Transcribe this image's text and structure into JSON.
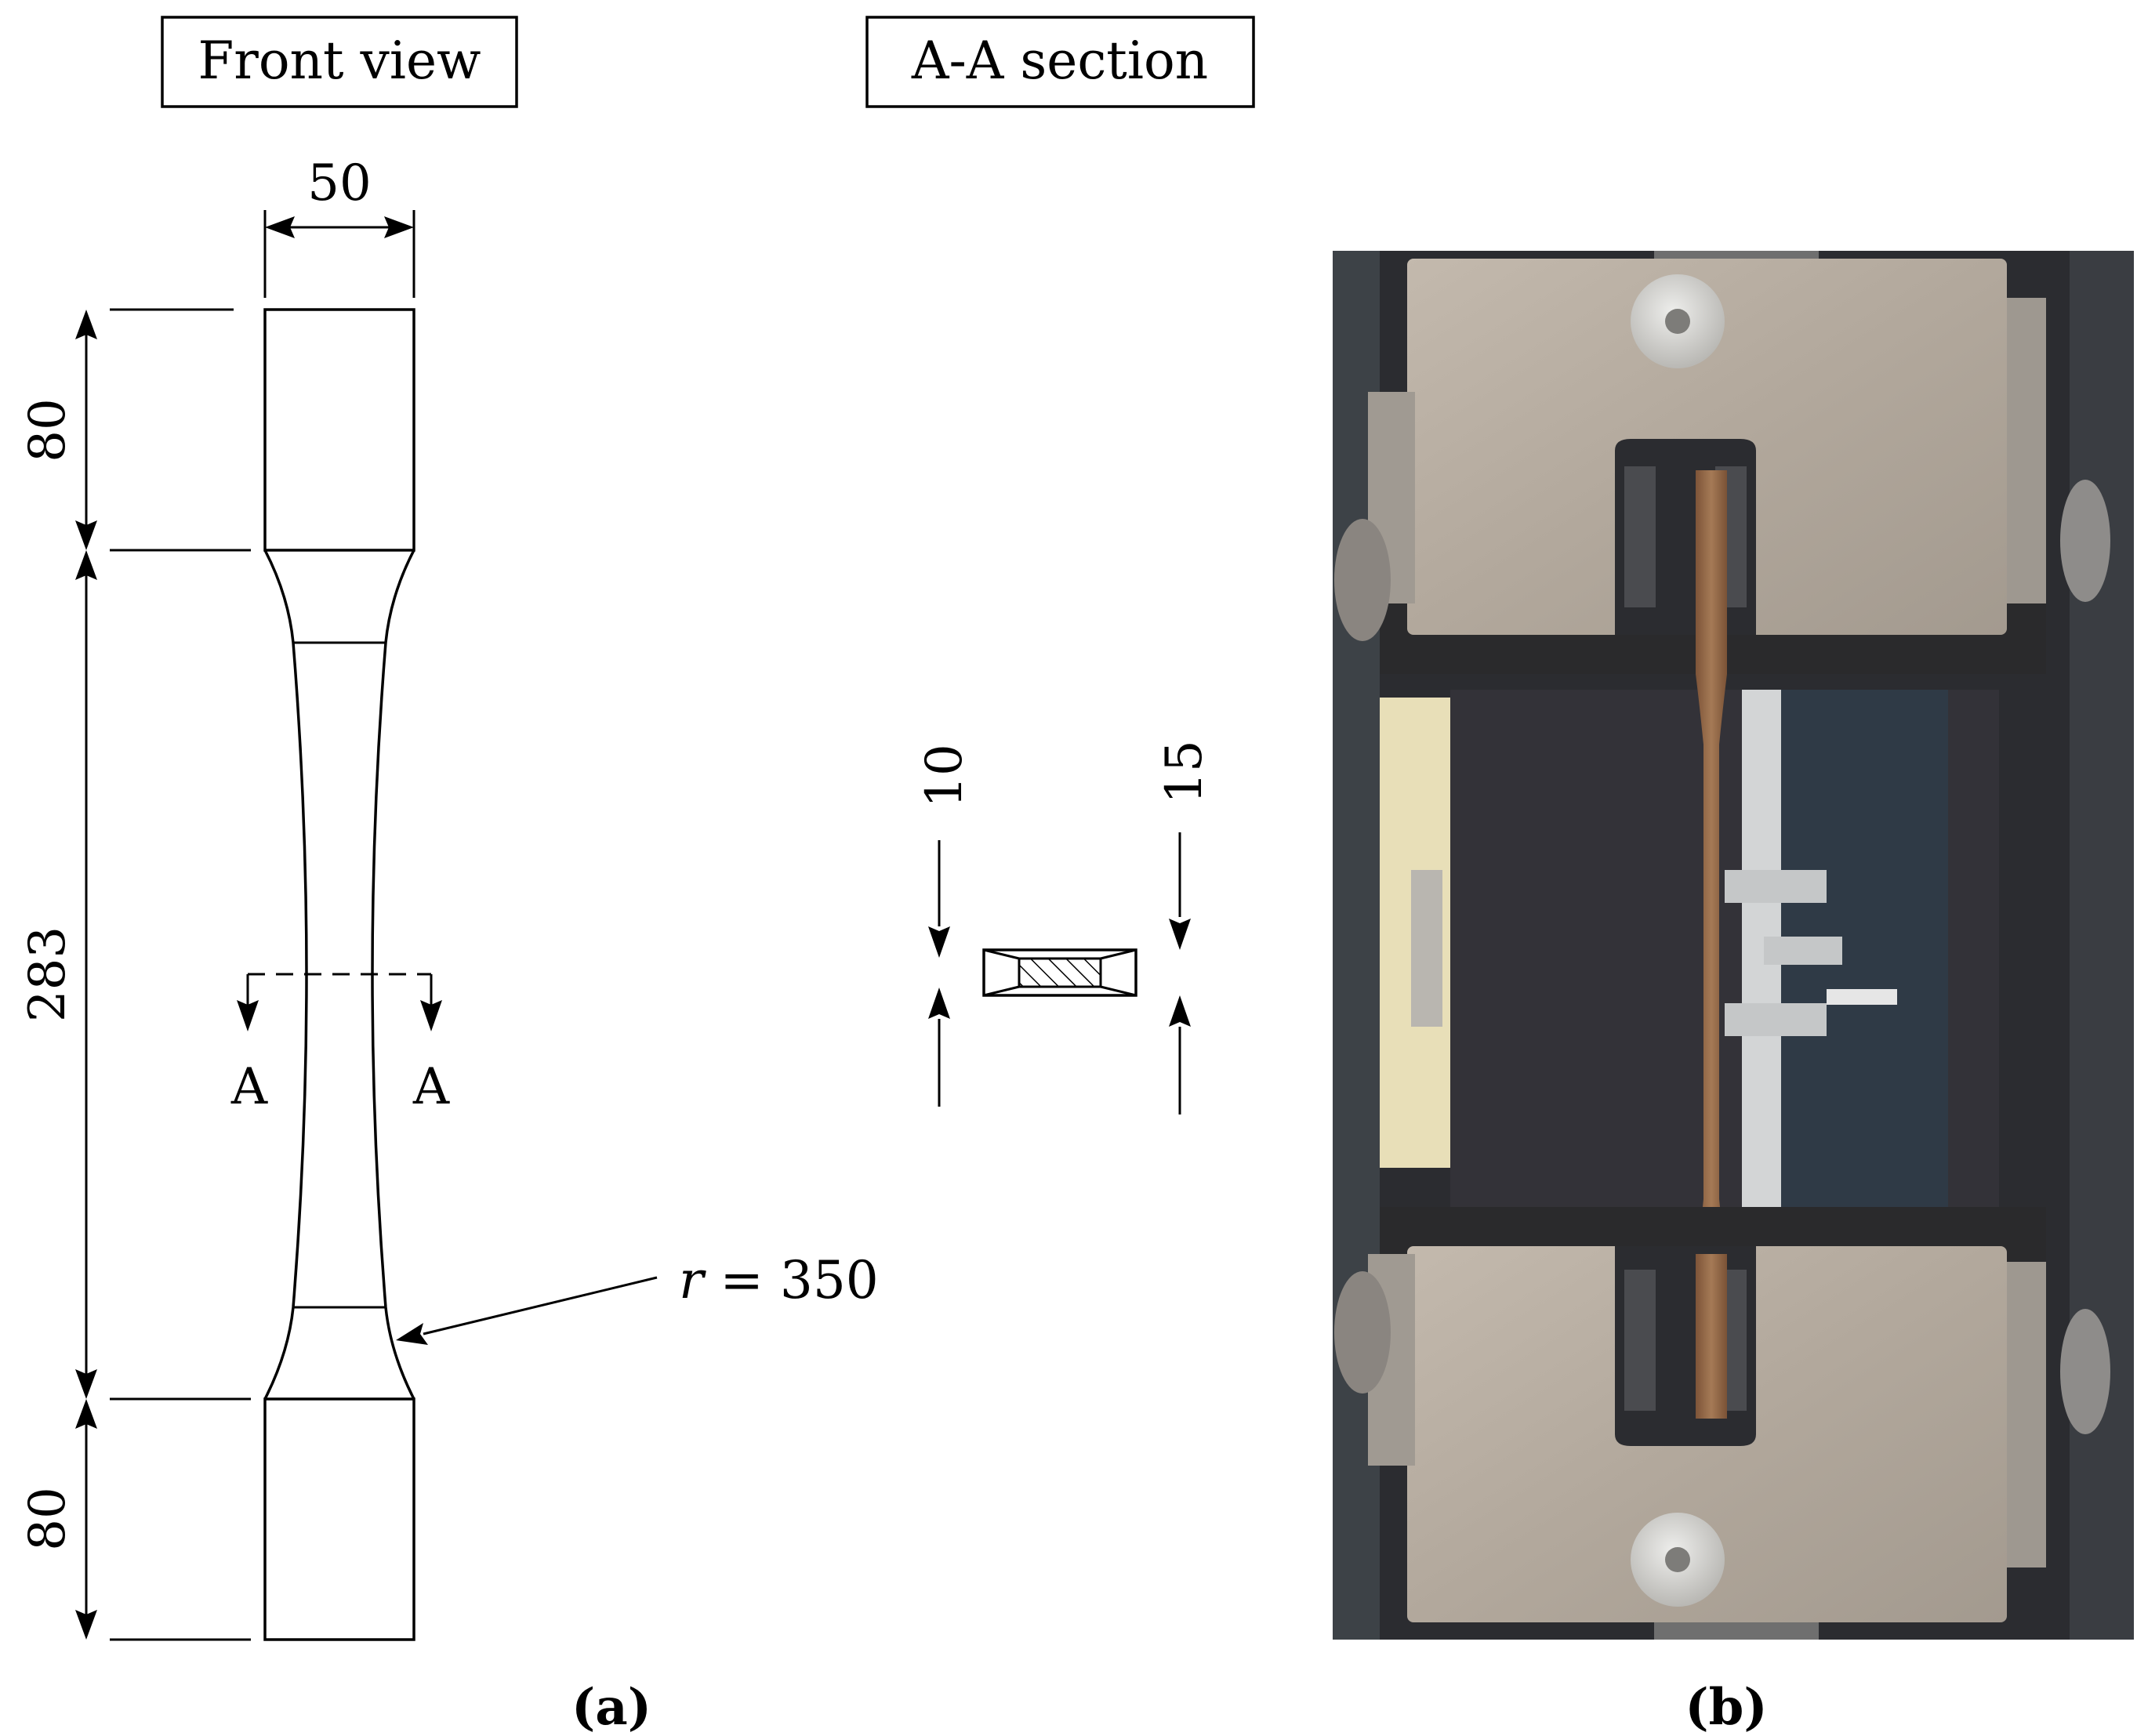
{
  "front_view": {
    "title": "Front view",
    "dim_width": "50",
    "dim_top_grip": "80",
    "dim_middle": "283",
    "dim_bottom_grip": "80",
    "section_label_left": "A",
    "section_label_right": "A",
    "radius_label": "r = 350"
  },
  "section_view": {
    "title": "A-A section",
    "dim_left": "10",
    "dim_right": "15"
  },
  "captions": {
    "a": "(a)",
    "b": "(b)"
  },
  "photo": {
    "description_icon": "tensile-testing-machine-photo",
    "colors": {
      "background": "#2b2c30",
      "steel": "#b3aaa0",
      "wood": "#9b6e4c",
      "machine_panel": "#2f3a46",
      "knob": "#d8d8d6"
    }
  }
}
